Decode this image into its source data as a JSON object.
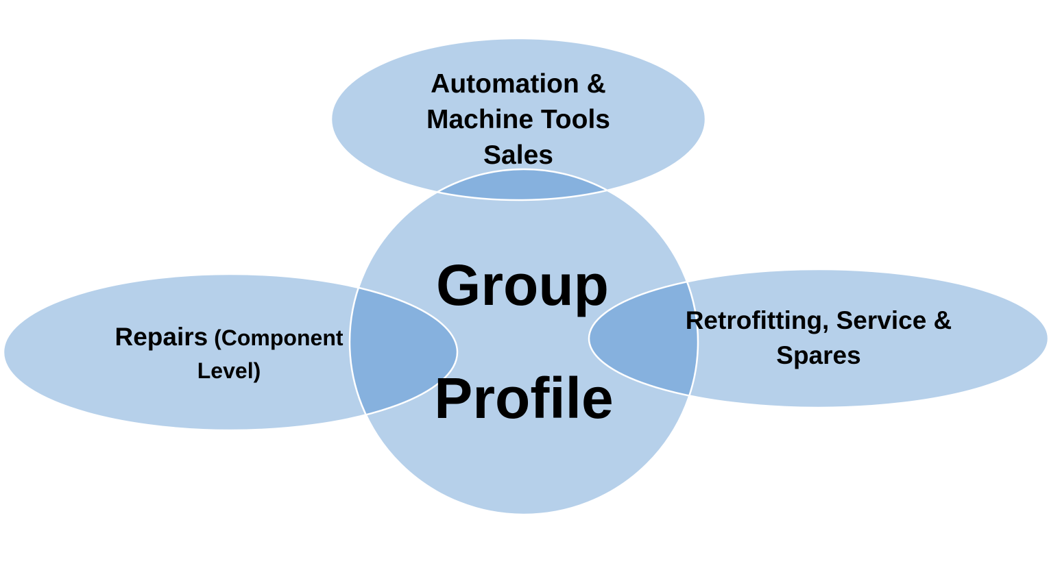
{
  "diagram": {
    "center": {
      "line1": "Group",
      "line2": "Profile"
    },
    "top": {
      "line1": "Automation &",
      "line2": "Machine Tools",
      "line3": "Sales"
    },
    "left": {
      "line1_main": "Repairs",
      "line1_paren": " (Component",
      "line2": "Level)"
    },
    "right": {
      "line1": "Retrofitting, Service &",
      "line2": "Spares"
    }
  },
  "colors": {
    "shape_fill": "#aecbe8",
    "overlap_fill": "#86b1de",
    "outline": "#ffffff",
    "text": "#000000",
    "background": "#ffffff"
  }
}
